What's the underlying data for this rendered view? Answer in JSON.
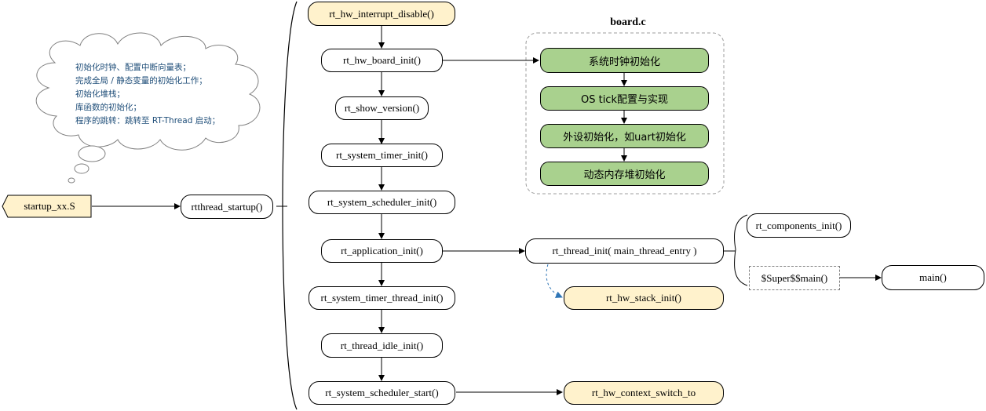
{
  "cloud": {
    "lines": [
      "初始化时钟、配置中断向量表；",
      "完成全局 / 静态变量的初始化工作；",
      "初始化堆栈；",
      "库函数的初始化；",
      "程序的跳转：跳转至 RT-Thread 启动；"
    ]
  },
  "nodes": {
    "startup": "startup_xx.S",
    "rtthread_startup": "rtthread_startup()",
    "interrupt_disable": "rt_hw_interrupt_disable()",
    "board_init": "rt_hw_board_init()",
    "show_version": "rt_show_version()",
    "system_timer_init": "rt_system_timer_init()",
    "scheduler_init": "rt_system_scheduler_init()",
    "application_init": "rt_application_init()",
    "timer_thread_init": "rt_system_timer_thread_init()",
    "idle_init": "rt_thread_idle_init()",
    "scheduler_start": "rt_system_scheduler_start()",
    "thread_init": "rt_thread_init( main_thread_entry )",
    "stack_init": "rt_hw_stack_init()",
    "context_switch": "rt_hw_context_switch_to",
    "components_init": "rt_components_init()",
    "super_main": "$Super$$main()",
    "main": "main()"
  },
  "board": {
    "title": "board.c",
    "steps": [
      "系统时钟初始化",
      "OS tick配置与实现",
      "外设初始化，如uart初始化",
      "动态内存堆初始化"
    ]
  },
  "colors": {
    "yellow_fill": "#fff2cc",
    "green_fill": "#a9d18e",
    "cloud_text": "#1f4e79",
    "dashed_arrow": "#2e75b6"
  }
}
